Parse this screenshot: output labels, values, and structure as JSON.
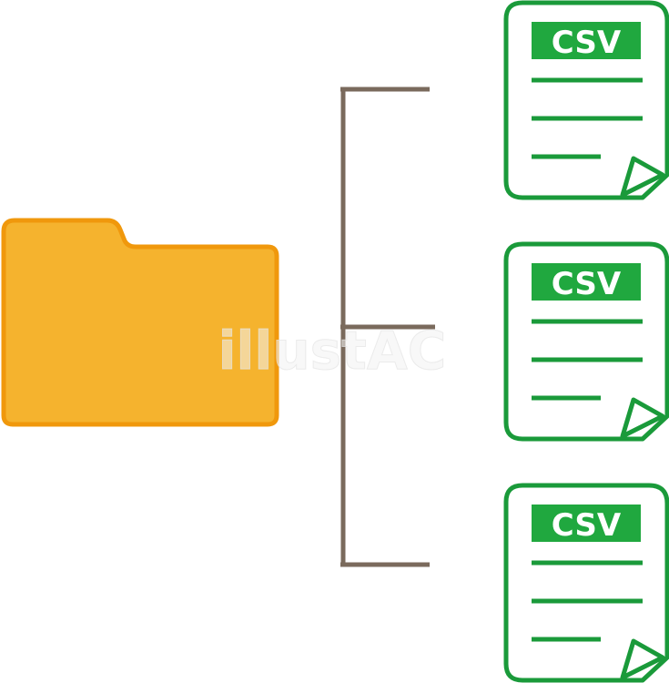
{
  "colors": {
    "background": "#ffffff",
    "folder_fill": "#f5b32e",
    "folder_stroke": "#f0980c",
    "connector": "#7a6a5c",
    "file_stroke": "#1a9a3a",
    "file_fill": "#ffffff",
    "badge_fill": "#20a83f",
    "badge_text": "#ffffff"
  },
  "folder": {
    "icon": "folder-icon"
  },
  "files": [
    {
      "icon": "csv-file-icon",
      "label": "CSV"
    },
    {
      "icon": "csv-file-icon",
      "label": "CSV"
    },
    {
      "icon": "csv-file-icon",
      "label": "CSV"
    }
  ],
  "watermark": {
    "text": "illustAC"
  }
}
